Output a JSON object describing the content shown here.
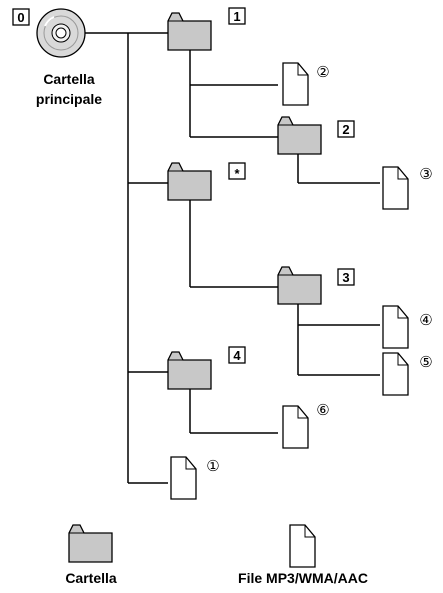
{
  "root": {
    "number": "0",
    "label_line1": "Cartella",
    "label_line2": "principale"
  },
  "folders": [
    {
      "id": "f1",
      "number": "1"
    },
    {
      "id": "f2",
      "number": "2"
    },
    {
      "id": "fstar",
      "number": "*"
    },
    {
      "id": "f3",
      "number": "3"
    },
    {
      "id": "f4",
      "number": "4"
    }
  ],
  "files": [
    {
      "id": "file1",
      "number": "①"
    },
    {
      "id": "file2",
      "number": "②"
    },
    {
      "id": "file3",
      "number": "③"
    },
    {
      "id": "file4",
      "number": "④"
    },
    {
      "id": "file5",
      "number": "⑤"
    },
    {
      "id": "file6",
      "number": "⑥"
    }
  ],
  "legend": {
    "folder_label": "Cartella",
    "file_label": "File MP3/WMA/AAC"
  }
}
